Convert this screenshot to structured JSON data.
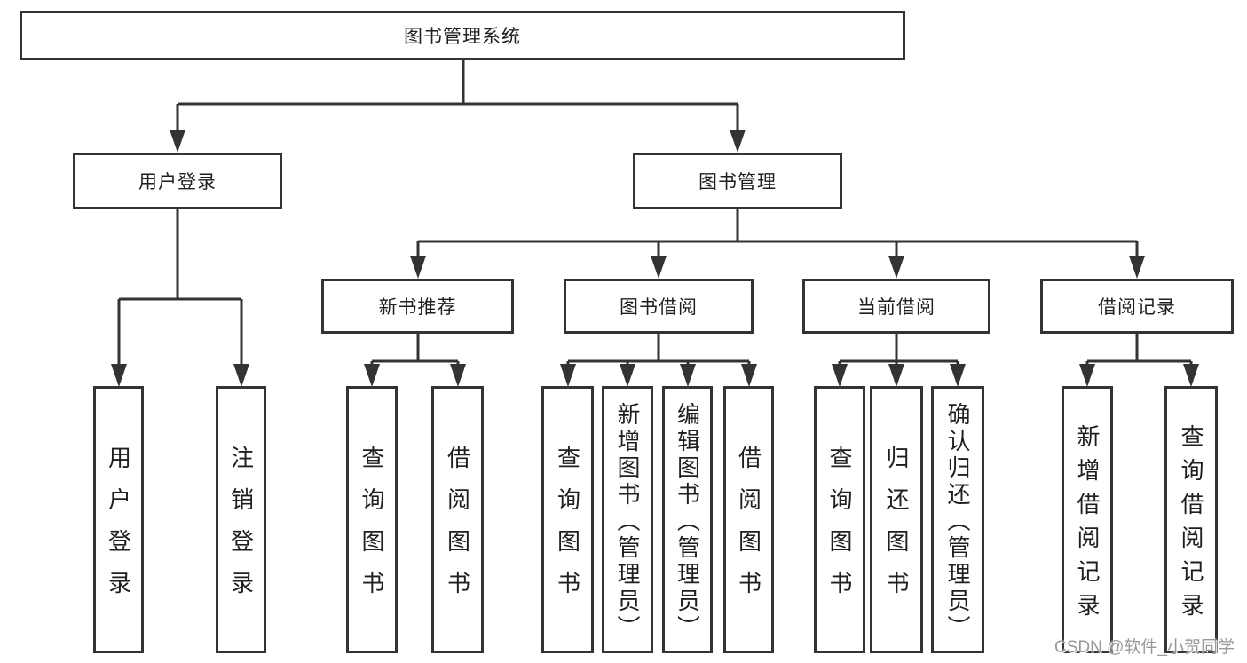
{
  "diagram": {
    "root": {
      "label": "图书管理系统"
    },
    "branches": [
      {
        "label": "用户登录",
        "children": [
          {
            "label": "用户登录"
          },
          {
            "label": "注销登录"
          }
        ]
      },
      {
        "label": "图书管理",
        "children": [
          {
            "label": "新书推荐",
            "children": [
              {
                "label": "查询图书"
              },
              {
                "label": "借阅图书"
              }
            ]
          },
          {
            "label": "图书借阅",
            "children": [
              {
                "label": "查询图书"
              },
              {
                "label": "新增图书（管理员）"
              },
              {
                "label": "编辑图书（管理员）"
              },
              {
                "label": "借阅图书"
              }
            ]
          },
          {
            "label": "当前借阅",
            "children": [
              {
                "label": "查询图书"
              },
              {
                "label": "归还图书"
              },
              {
                "label": "确认归还（管理员）"
              }
            ]
          },
          {
            "label": "借阅记录",
            "children": [
              {
                "label": "新增借阅记录"
              },
              {
                "label": "查询借阅记录"
              }
            ]
          }
        ]
      }
    ]
  },
  "watermark": {
    "text": "CSDN @软件_小贺同学"
  },
  "colors": {
    "line": "#333333",
    "box_border": "#333333",
    "text": "#1f1f1f",
    "watermark": "#999999",
    "background": "#ffffff"
  }
}
